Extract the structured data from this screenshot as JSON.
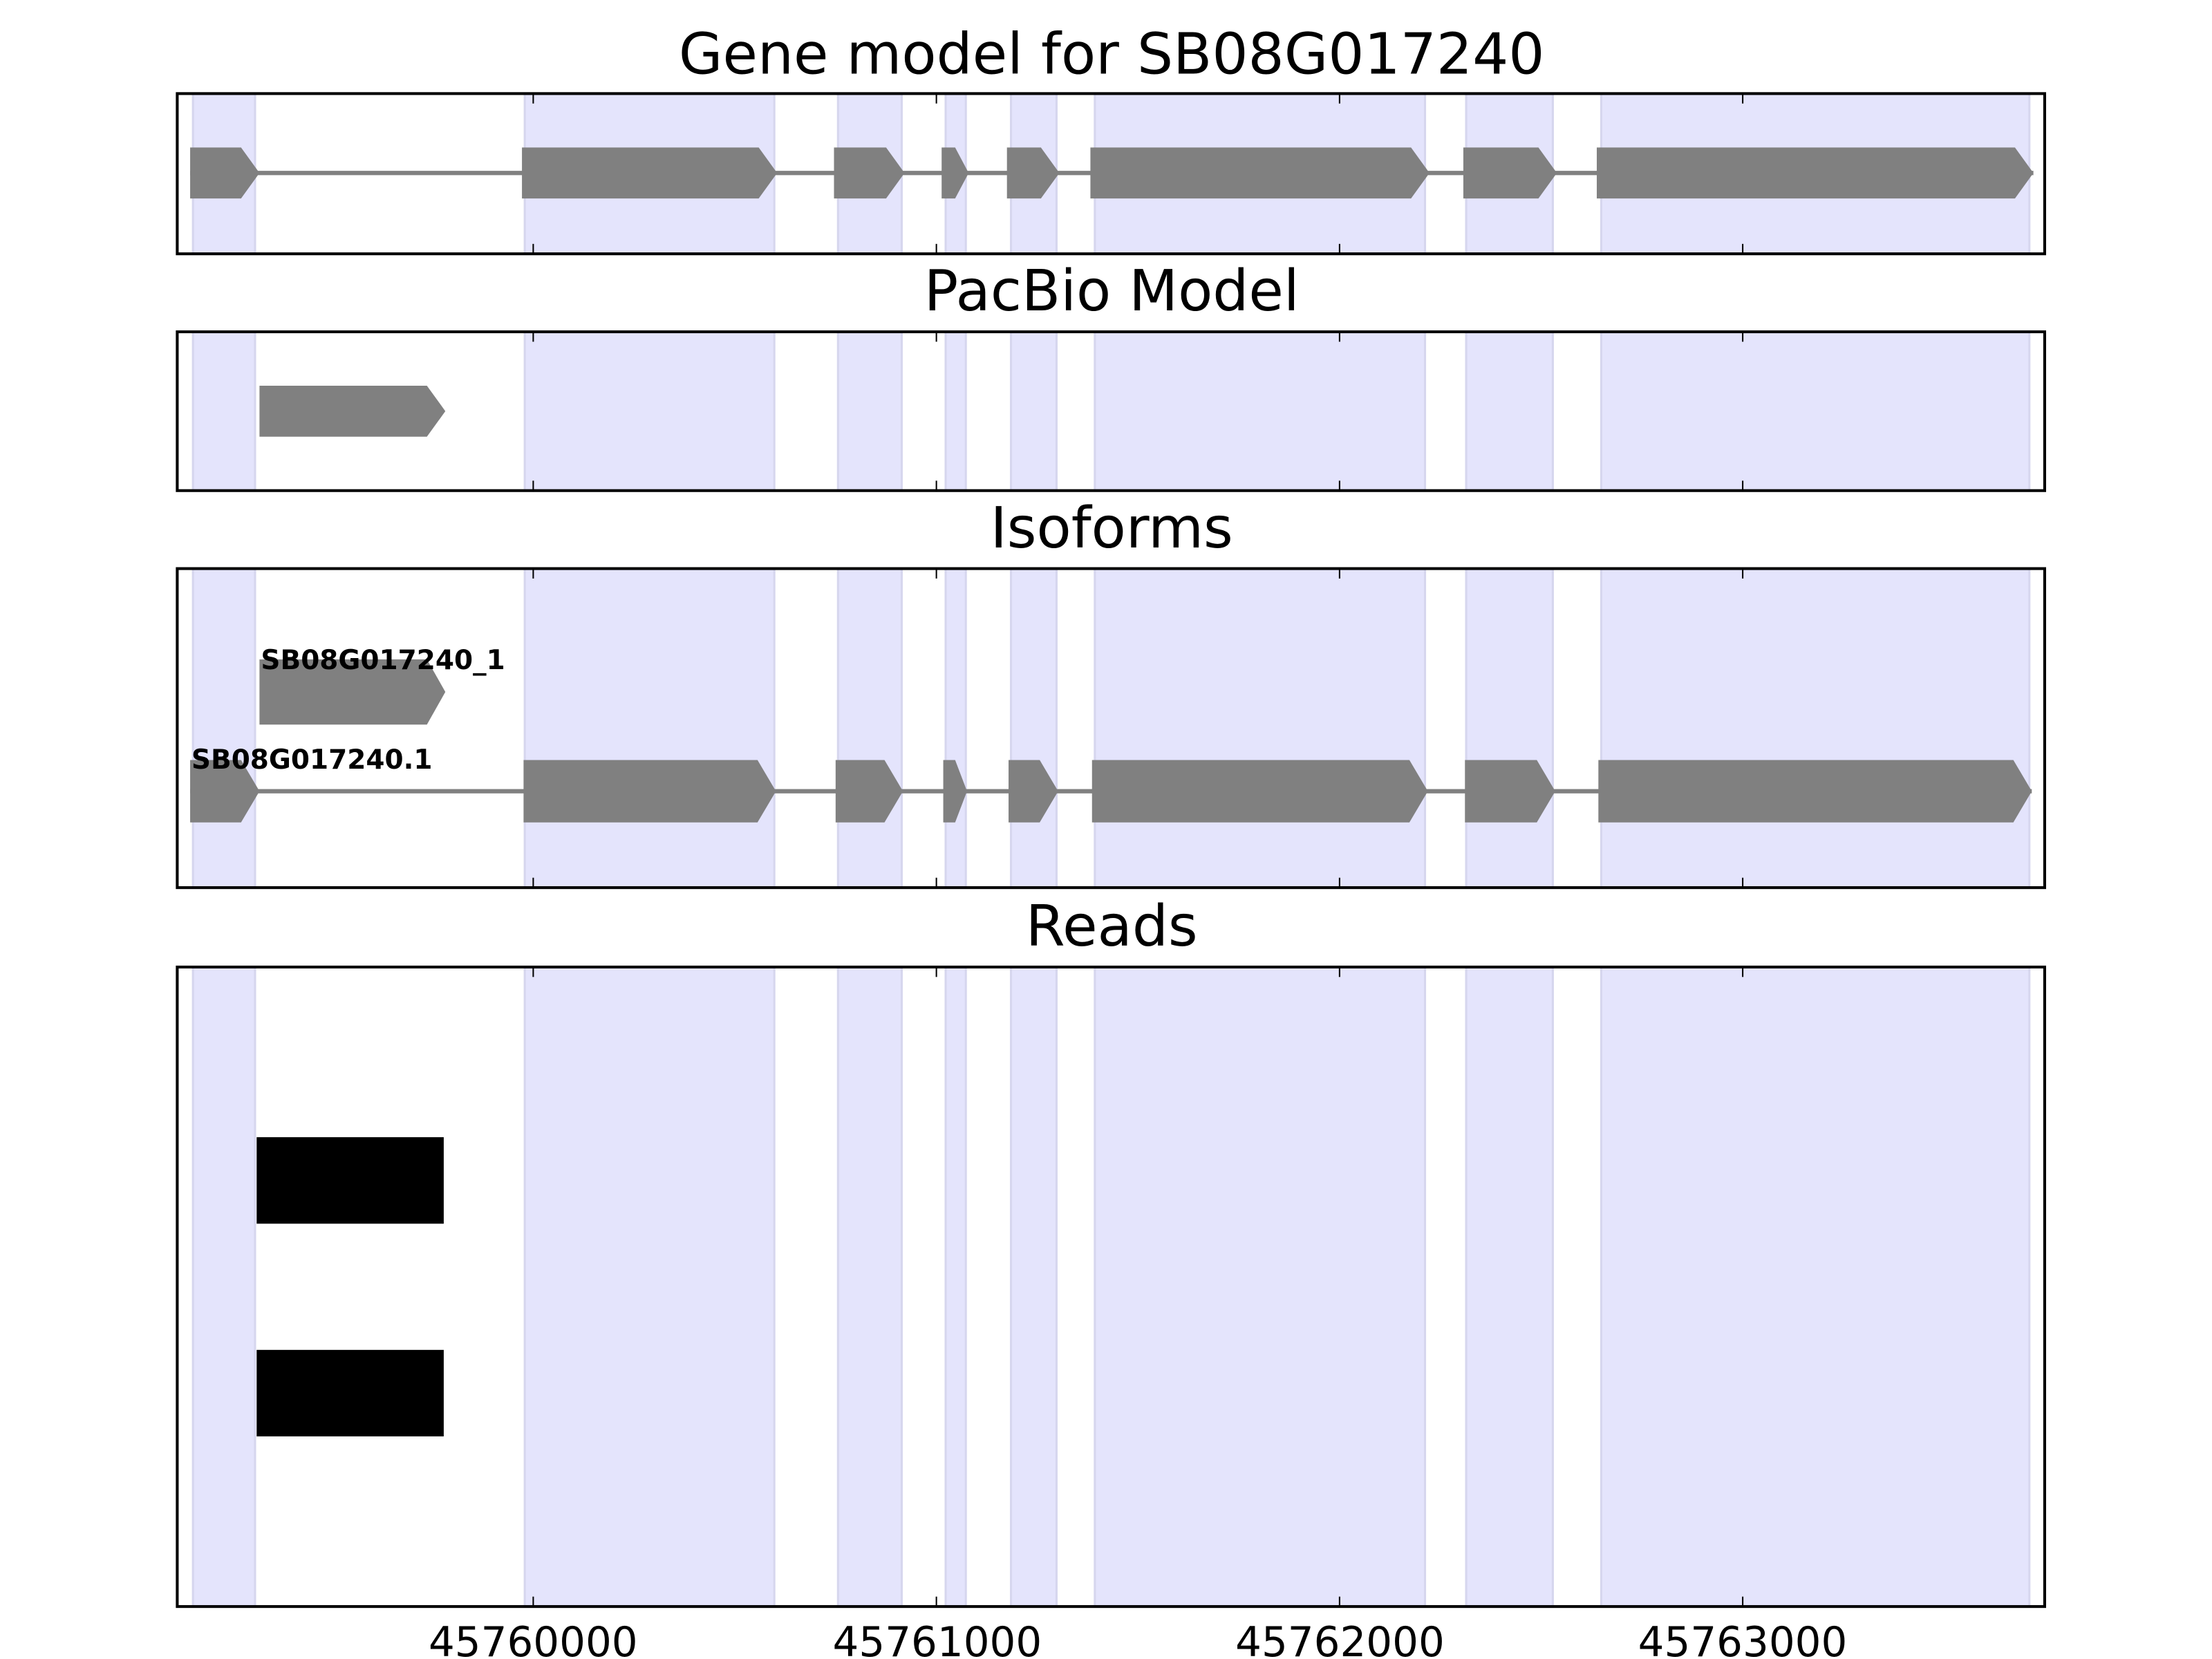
{
  "chart_data": {
    "type": "gene-track",
    "xlim": [
      45759117,
      45763749
    ],
    "xticks": [
      45760000,
      45761000,
      45762000,
      45763000
    ],
    "xtick_labels": [
      "45760000",
      "45761000",
      "45762000",
      "45763000"
    ],
    "colors": {
      "shade": "#e4e4fc",
      "shade_edge": "#d6d6ee",
      "feature": "#808080",
      "read": "#000000",
      "frame": "#000000"
    },
    "shaded_regions": [
      [
        45759156,
        45759310
      ],
      [
        45759979,
        45760598
      ],
      [
        45760756,
        45760914
      ],
      [
        45761023,
        45761073
      ],
      [
        45761185,
        45761298
      ],
      [
        45761393,
        45762212
      ],
      [
        45762314,
        45762529
      ],
      [
        45762649,
        45763711
      ]
    ],
    "panels": [
      {
        "title": "Gene model for SB08G017240",
        "kind": "gene",
        "exons": [
          [
            45759149,
            45759321
          ],
          [
            45759972,
            45760605
          ],
          [
            45760746,
            45760921
          ],
          [
            45761013,
            45761080
          ],
          [
            45761175,
            45761305
          ],
          [
            45761382,
            45762223
          ],
          [
            45762307,
            45762539
          ],
          [
            45762638,
            45763721
          ]
        ]
      },
      {
        "title": "PacBio Model",
        "kind": "pacbio",
        "exons": [
          [
            45759321,
            45759782
          ]
        ]
      },
      {
        "title": "Isoforms",
        "kind": "isoforms",
        "isoforms": [
          {
            "name": "SB08G017240_1",
            "exons": [
              [
                45759321,
                45759782
              ]
            ]
          },
          {
            "name": "SB08G017240.1",
            "exons": [
              [
                45759149,
                45759321
              ],
              [
                45759976,
                45760602
              ],
              [
                45760750,
                45760917
              ],
              [
                45761017,
                45761076
              ],
              [
                45761179,
                45761302
              ],
              [
                45761386,
                45762219
              ],
              [
                45762311,
                45762535
              ],
              [
                45762642,
                45763717
              ]
            ]
          }
        ]
      },
      {
        "title": "Reads",
        "kind": "reads",
        "reads": [
          [
            45759314,
            45759778
          ],
          [
            45759314,
            45759778
          ]
        ]
      }
    ]
  }
}
